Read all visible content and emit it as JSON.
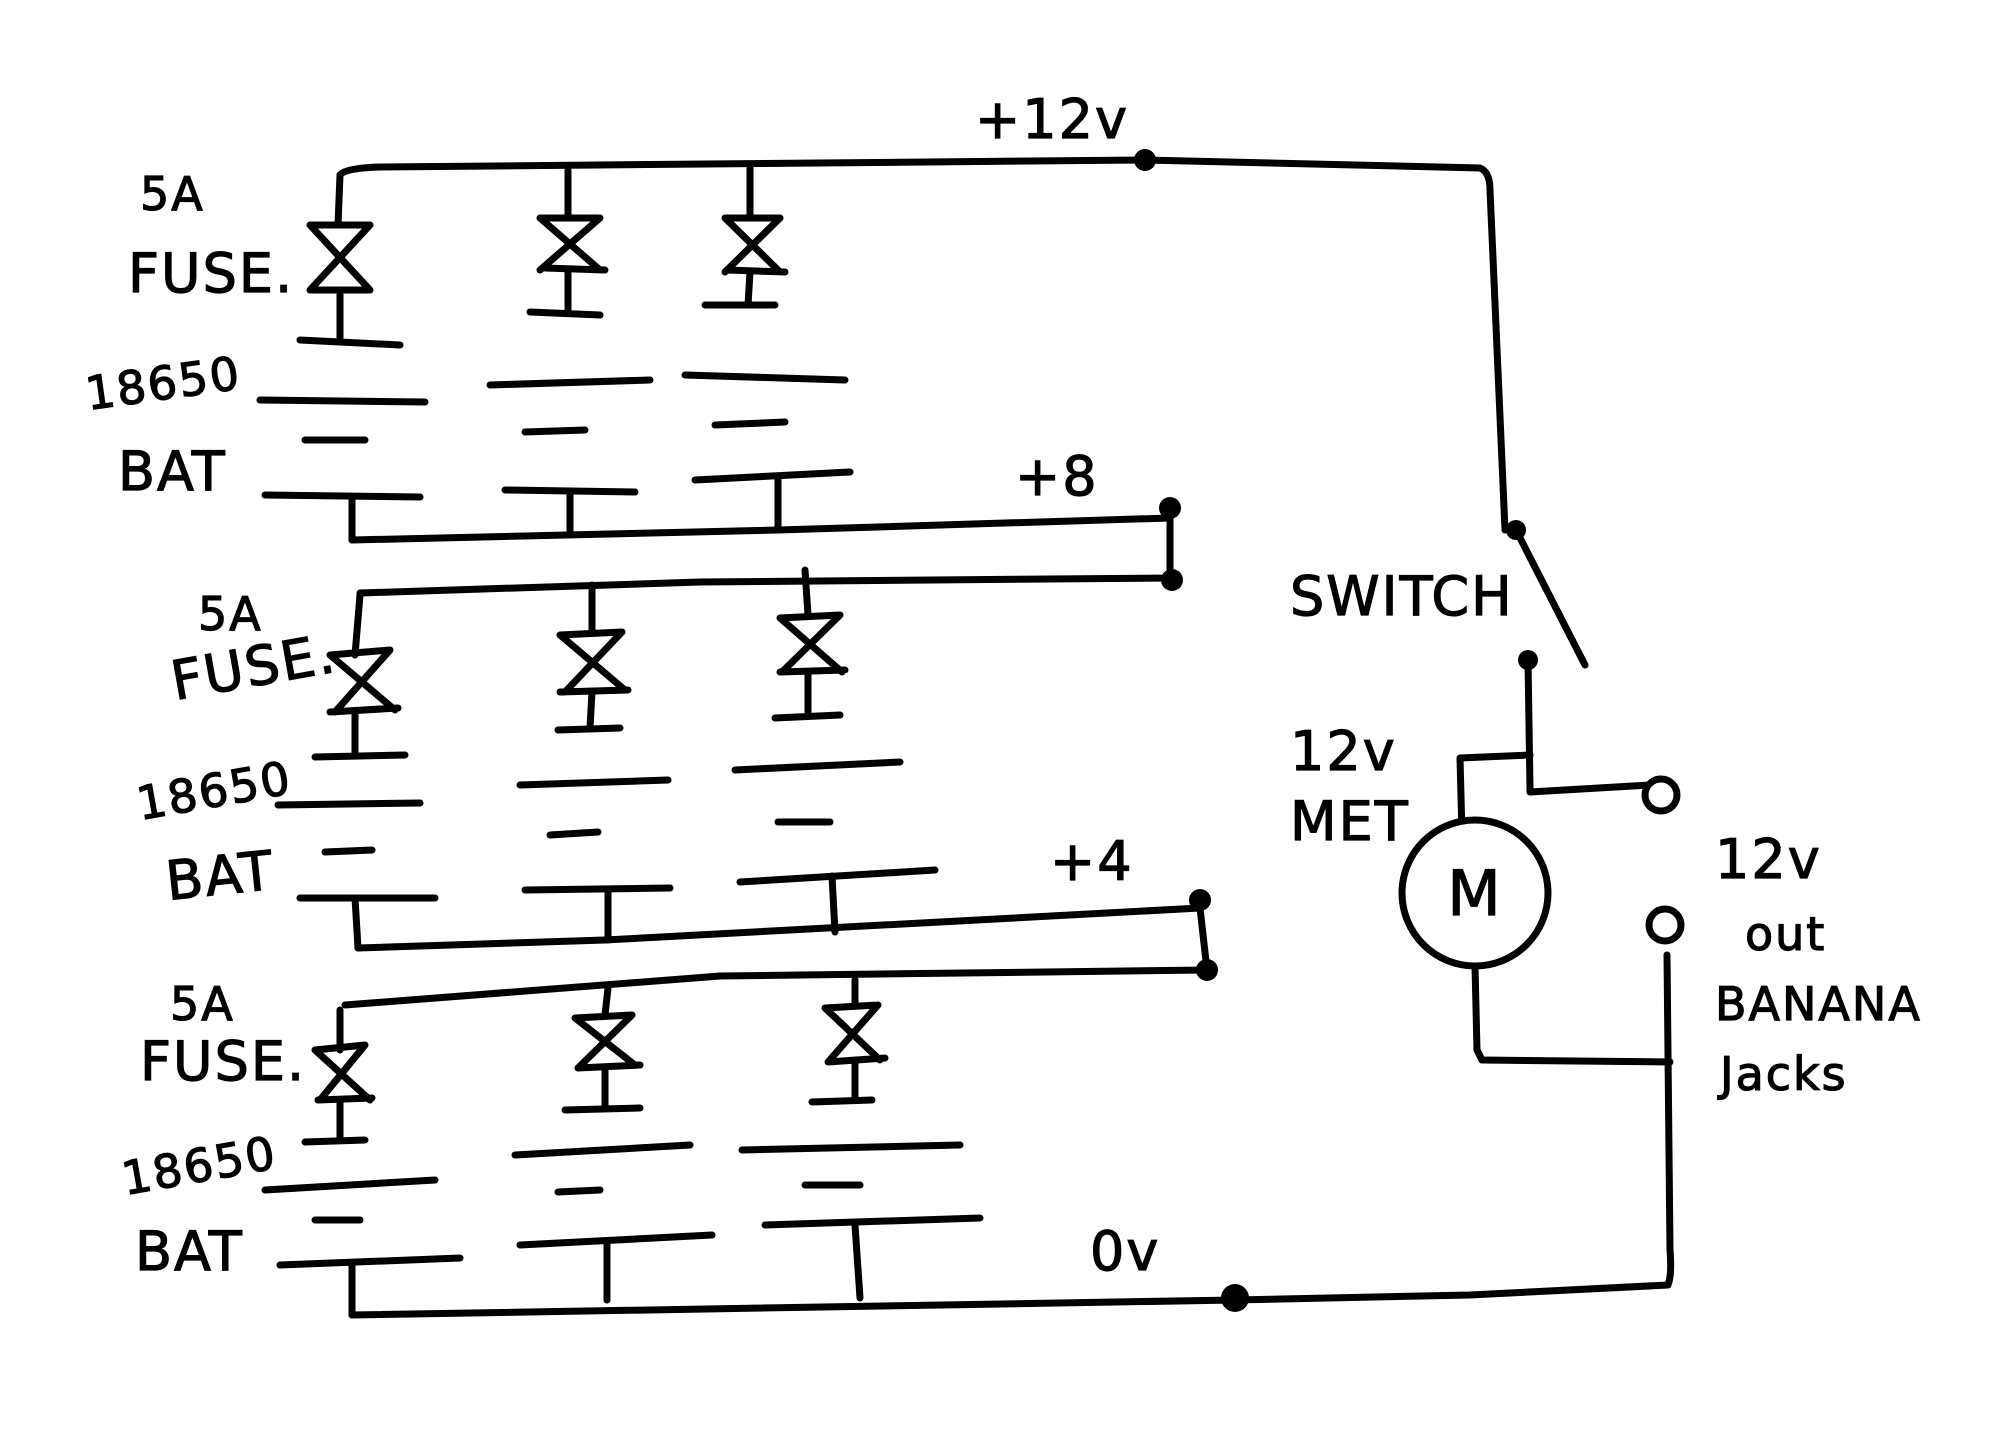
{
  "labels": {
    "plus12": "+12v",
    "plus8": "+8",
    "plus4": "+4",
    "zero": "0v",
    "switch": "SWITCH",
    "meter_line1": "12v",
    "meter_line2": "MET",
    "meter_symbol": "M",
    "out_line1": "12v",
    "out_line2": "out",
    "out_line3": "BANANA",
    "out_line4": "Jacks",
    "fuse_amp": "5A",
    "fuse_word": "FUSE.",
    "bat_cell": "18650",
    "bat_word": "BAT"
  }
}
